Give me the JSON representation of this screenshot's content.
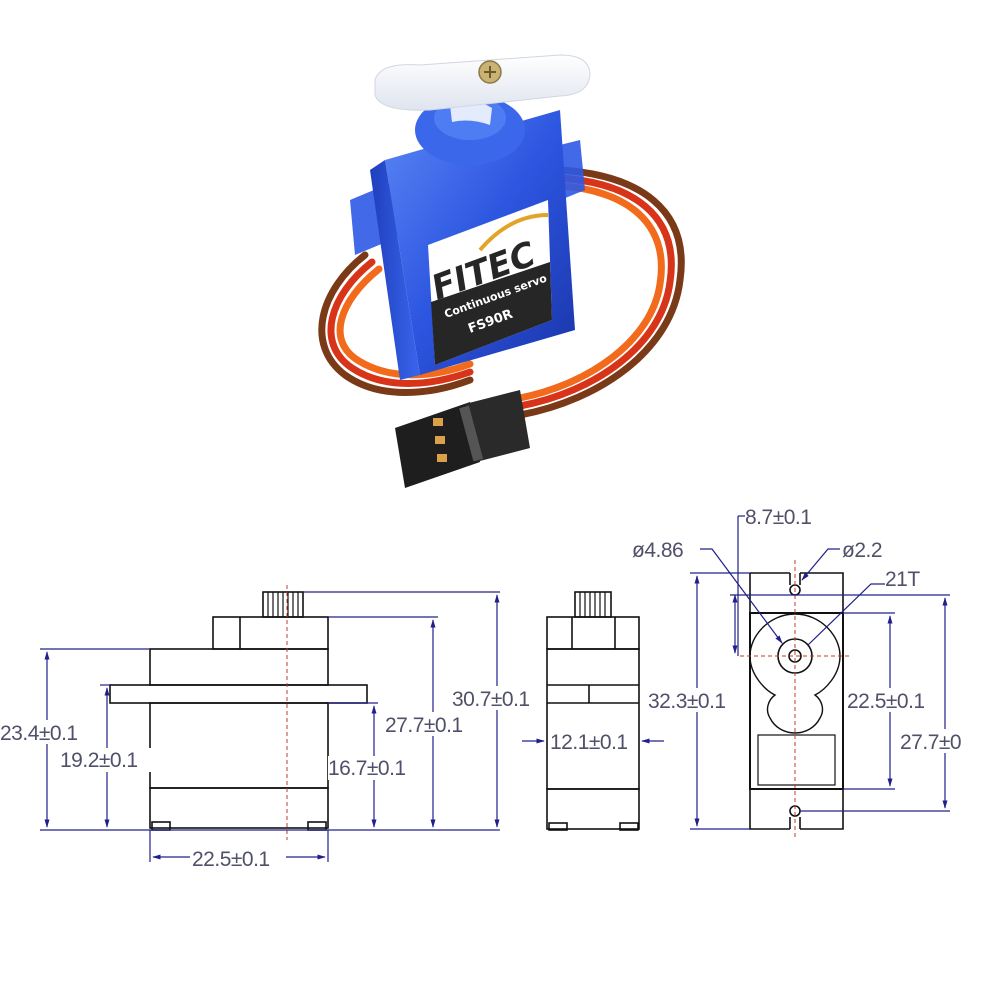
{
  "product": {
    "brand": "FITEC",
    "subtitle": "Continuous servo",
    "model": "FS90R",
    "colors": {
      "body": "#2a4fd8",
      "body_dark": "#1b2f9a",
      "horn": "#f4f6fa",
      "wire_orange": "#f26a1b",
      "wire_red": "#d8341a",
      "wire_brown": "#7a3a18",
      "connector": "#1e1e1e",
      "pins": "#d9a24a",
      "label_bg": "#ffffff",
      "label_band": "#262626",
      "logo_red": "#d8261c",
      "logo_gold": "#e2a428"
    }
  },
  "drawing": {
    "line_color": "#111111",
    "dim_color": "#20208a",
    "centerline_color": "#c0392b",
    "side_view": {
      "dims": {
        "overall_height": "30.7±0.1",
        "case_height": "27.7±0.1",
        "mount_height_left": "23.4±0.1",
        "mount_tab_height": "19.2±0.1",
        "lower_body_height": "16.7±0.1",
        "body_width": "22.5±0.1"
      }
    },
    "end_view": {
      "dims": {
        "width": "12.1±0.1"
      }
    },
    "top_view": {
      "dims": {
        "shaft_offset": "8.7±0.1",
        "spline_diameter": "ø4.86",
        "hole_diameter": "ø2.2",
        "spline_teeth": "21T",
        "overall_length": "32.3±0.1",
        "body_length": "22.5±0.1",
        "hole_spacing": "27.7±0"
      }
    }
  }
}
